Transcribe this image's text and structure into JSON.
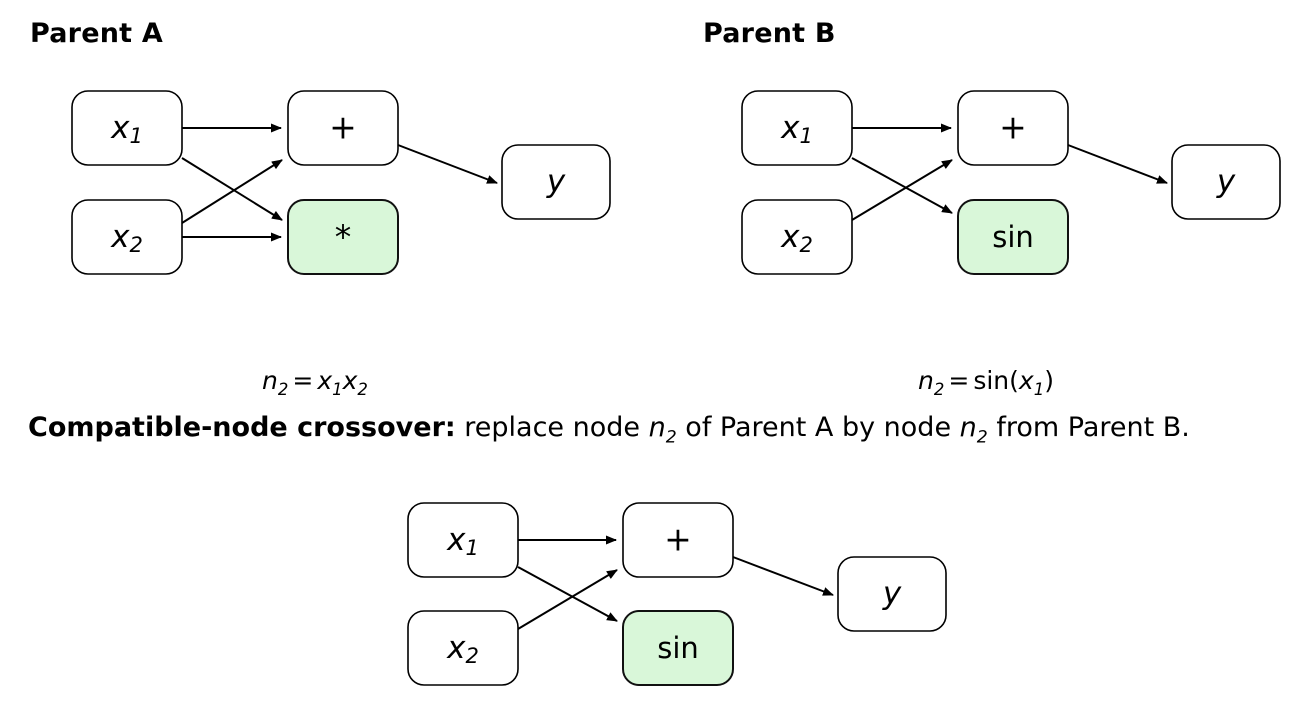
{
  "panels": {
    "parent_a": {
      "title": "Parent A"
    },
    "parent_b": {
      "title": "Parent B"
    },
    "child": {
      "title": ""
    }
  },
  "nodes": {
    "x1": "x",
    "x2": "x",
    "sub1": "1",
    "sub2": "2",
    "plus": "+",
    "times": "*",
    "sin": "sin",
    "y": "y"
  },
  "equations": {
    "parent_a": {
      "lhs_symbol": "n",
      "lhs_sub": "2",
      "eq": "=",
      "rhs_base1": "x",
      "rhs_sub1": "1",
      "rhs_base2": "x",
      "rhs_sub2": "2",
      "full_text": "n2 = x1x2"
    },
    "parent_b": {
      "lhs_symbol": "n",
      "lhs_sub": "2",
      "eq": "=",
      "fn": "sin",
      "open": "(",
      "rhs_base1": "x",
      "rhs_sub1": "1",
      "close": ")",
      "full_text": "n2 = sin(x1)"
    }
  },
  "caption": {
    "lead": "Compatible-node crossover:",
    "part1": " replace node ",
    "n_symbol_1": "n",
    "n_sub_1": "2",
    "part2": " of Parent A by node ",
    "n_symbol_2": "n",
    "n_sub_2": "2",
    "part3": " from Parent B.",
    "full_text": "Compatible-node crossover: replace node n2 of Parent A by node n2 from Parent B."
  },
  "colors": {
    "highlight_fill": "#d9f7d9",
    "node_stroke": "#000000",
    "background": "#ffffff",
    "text": "#000000"
  },
  "graph_structure": {
    "parent_a": {
      "nodes": [
        "x1",
        "x2",
        "+",
        "*",
        "y"
      ],
      "highlighted": "*",
      "edges": [
        [
          "x1",
          "+"
        ],
        [
          "x1",
          "*"
        ],
        [
          "x2",
          "+"
        ],
        [
          "x2",
          "*"
        ],
        [
          "+",
          "y"
        ]
      ]
    },
    "parent_b": {
      "nodes": [
        "x1",
        "x2",
        "+",
        "sin",
        "y"
      ],
      "highlighted": "sin",
      "edges": [
        [
          "x1",
          "+"
        ],
        [
          "x1",
          "sin"
        ],
        [
          "x2",
          "+"
        ],
        [
          "+",
          "y"
        ]
      ]
    },
    "child": {
      "nodes": [
        "x1",
        "x2",
        "+",
        "sin",
        "y"
      ],
      "highlighted": "sin",
      "edges": [
        [
          "x1",
          "+"
        ],
        [
          "x1",
          "sin"
        ],
        [
          "x2",
          "+"
        ],
        [
          "+",
          "y"
        ]
      ]
    }
  }
}
